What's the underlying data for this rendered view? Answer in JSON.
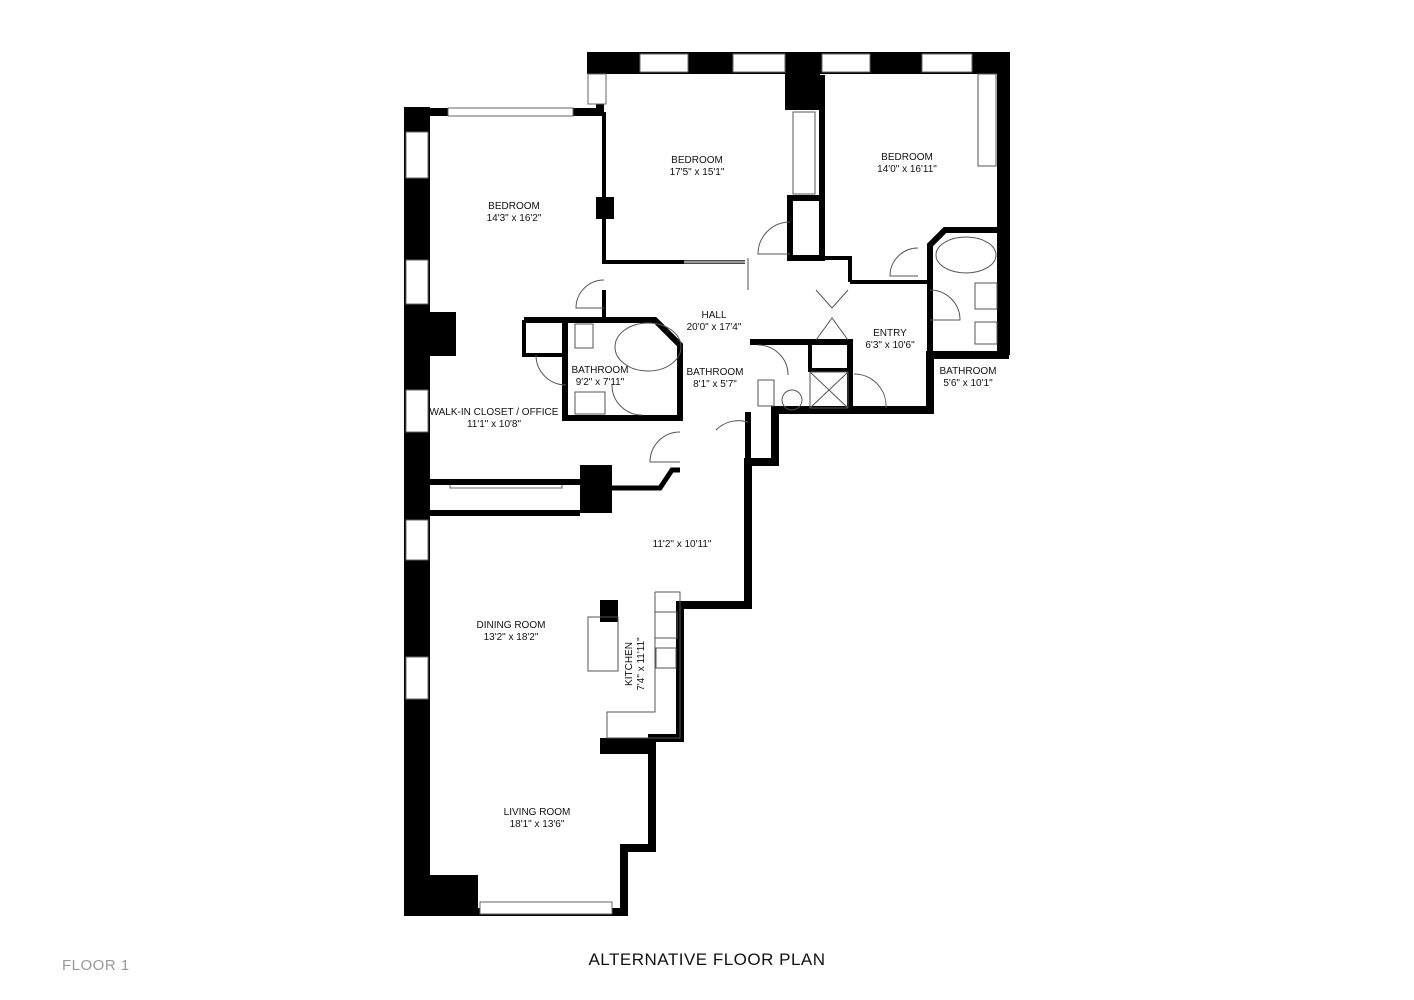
{
  "floor_label": "FLOOR 1",
  "title": "ALTERNATIVE FLOOR PLAN",
  "rooms": [
    {
      "name": "BEDROOM",
      "size": "14'3\" x 16'2\""
    },
    {
      "name": "BEDROOM",
      "size": "17'5\" x 15'1\""
    },
    {
      "name": "BEDROOM",
      "size": "14'0\" x 16'11\""
    },
    {
      "name": "HALL",
      "size": "20'0\" x 17'4\""
    },
    {
      "name": "ENTRY",
      "size": "6'3\" x 10'6\""
    },
    {
      "name": "BATHROOM",
      "size": "9'2\" x 7'11\""
    },
    {
      "name": "BATHROOM",
      "size": "8'1\" x 5'7\""
    },
    {
      "name": "BATHROOM",
      "size": "5'6\" x 10'1\""
    },
    {
      "name": "WALK-IN CLOSET / OFFICE",
      "size": "11'1\" x 10'8\""
    },
    {
      "name": "",
      "size": "11'2\" x 10'11\""
    },
    {
      "name": "DINING ROOM",
      "size": "13'2\" x 18'2\""
    },
    {
      "name": "KITCHEN",
      "size": "7'4\" x 11'11\""
    },
    {
      "name": "LIVING ROOM",
      "size": "18'1\" x 13'6\""
    }
  ]
}
